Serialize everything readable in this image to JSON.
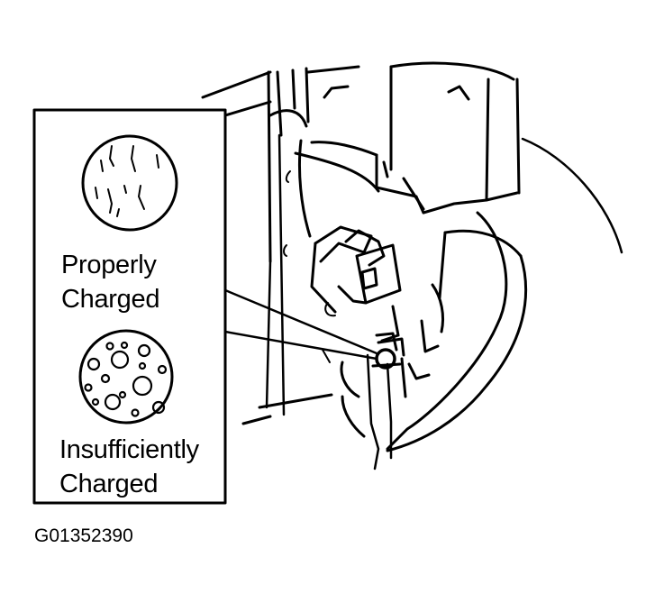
{
  "legend": {
    "proper_line1": "Properly",
    "proper_line2": "Charged",
    "insufficient_line1": "Insufficiently",
    "insufficient_line2": "Charged"
  },
  "figure_code": "G01352390",
  "colors": {
    "ink": "#000000",
    "paper": "#ffffff"
  }
}
